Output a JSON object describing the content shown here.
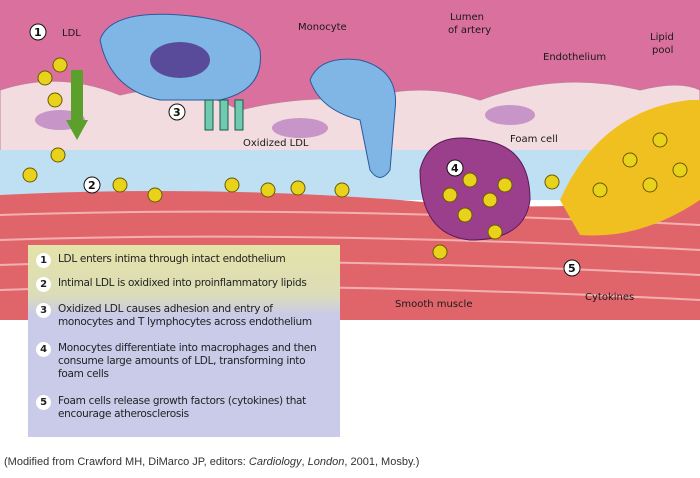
{
  "labels": {
    "ldl": "LDL",
    "monocyte": "Monocyte",
    "lumen_line1": "Lumen",
    "lumen_line2": "of artery",
    "endothelium": "Endothelium",
    "lipid_pool_line1": "Lipid",
    "lipid_pool_line2": "pool",
    "oxidized_ldl": "Oxidized LDL",
    "foam_cell": "Foam cell",
    "smooth_muscle": "Smooth muscle",
    "cytokines": "Cytokines"
  },
  "markers": [
    "1",
    "2",
    "3",
    "4",
    "5"
  ],
  "legend": [
    {
      "num": "1",
      "lines": [
        "LDL enters intima through intact endothelium"
      ]
    },
    {
      "num": "2",
      "lines": [
        "Intimal LDL is oxidixed into proinflammatory lipids"
      ]
    },
    {
      "num": "3",
      "lines": [
        "Oxidized LDL causes adhesion and entry of",
        "monocytes and T lymphocytes across endothelium"
      ]
    },
    {
      "num": "4",
      "lines": [
        "Monocytes differentiate into macrophages and then",
        "consume large amounts of LDL, transforming into",
        "foam cells"
      ]
    },
    {
      "num": "5",
      "lines": [
        "Foam cells release growth factors (cytokines) that",
        "encourage atherosclerosis"
      ]
    }
  ],
  "caption": {
    "prefix": "(Modified from Crawford MH, DiMarco JP, editors: ",
    "italic1": "Cardiology",
    "mid": ", ",
    "italic2": "London",
    "suffix": ", 2001, Mosby.)"
  },
  "colors": {
    "lumen": "#d9709e",
    "endothelium": "#f2dce0",
    "intima": "#bfe0f2",
    "muscle": "#e0656a",
    "ldl": "#e8d21c",
    "monocyte": "#7fb6e6",
    "foam_cell": "#9b3f8c"
  }
}
